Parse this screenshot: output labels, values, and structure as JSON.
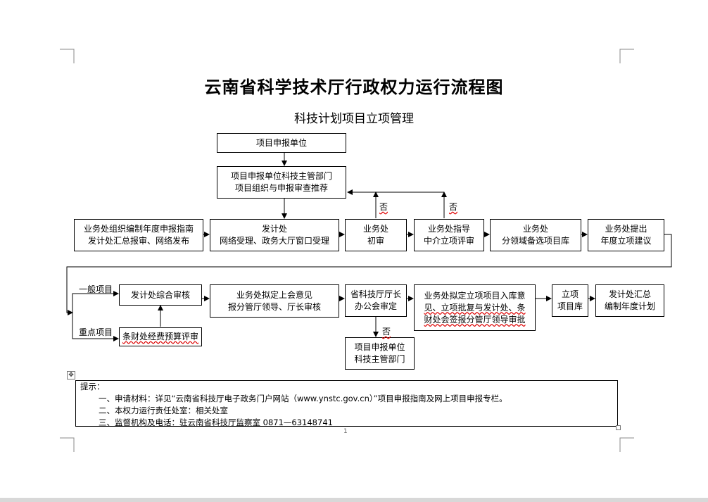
{
  "title": "云南省科学技术厅行政权力运行流程图",
  "subtitle": "科技计划项目立项管理",
  "nodes": {
    "applicant": [
      "项目申报单位"
    ],
    "dept_review": [
      "项目申报单位科技主管部门",
      "项目组织与申报审查推荐"
    ],
    "guide_publish": [
      "业务处组织编制年度申报指南",
      "发计处汇总报审、网络发布"
    ],
    "fajichu_accept": [
      "发计处",
      "网络受理、政务大厅窗口受理"
    ],
    "initial_review": [
      "业务处",
      "初审"
    ],
    "agency_review": [
      "业务处指导",
      "中介立项评审"
    ],
    "domain_store": [
      "业务处",
      "分领域备选项目库"
    ],
    "propose": [
      "业务处提出",
      "年度立项建议"
    ],
    "overall_review": [
      "发计处综合审核"
    ],
    "budget_review": [
      "条财处经费预算评审"
    ],
    "leader_review": [
      "业务处拟定上会意见",
      "报分管厅领导、厅长审核"
    ],
    "office_meeting": [
      "省科技厅厅长",
      "办公会审定"
    ],
    "approval": [
      "业务处拟定立项项目入库意",
      "见、立项批复与发计处、条",
      "财处会签报分管厅领导审批"
    ],
    "project_store": [
      "立项",
      "项目库"
    ],
    "annual_plan": [
      "发计处汇总",
      "编制年度计划"
    ],
    "rejected_unit": [
      "项目申报单位",
      "科技主管部门"
    ]
  },
  "labels": {
    "no1": "否",
    "no2": "否",
    "no3": "否",
    "general": "一般项目",
    "key": "重点项目"
  },
  "notes": {
    "heading": "提示：",
    "lines": [
      "一、申请材料：详见“云南省科技厅电子政务门户网站（www.ynstc.gov.cn）”项目申报指南及网上项目申报专栏。",
      "二、本权力运行责任处室：相关处室",
      "三、监督机构及电话：驻云南省科技厅监察室      0871—63148741"
    ]
  },
  "page_number": "1"
}
